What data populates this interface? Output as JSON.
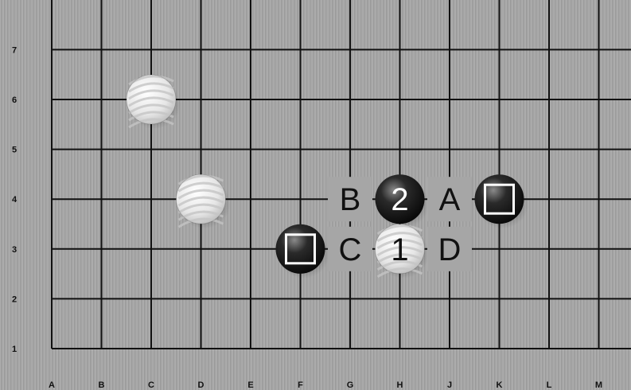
{
  "board": {
    "columns": [
      "A",
      "B",
      "C",
      "D",
      "E",
      "F",
      "G",
      "H",
      "J",
      "K",
      "L",
      "M"
    ],
    "rows": [
      "1",
      "2",
      "3",
      "4",
      "5",
      "6",
      "7"
    ],
    "stones": [
      {
        "color": "white",
        "col": "C",
        "row": "6"
      },
      {
        "color": "white",
        "col": "D",
        "row": "4"
      },
      {
        "color": "black",
        "col": "F",
        "row": "3",
        "marker": "square"
      },
      {
        "color": "black",
        "col": "H",
        "row": "4",
        "number": "2"
      },
      {
        "color": "white",
        "col": "H",
        "row": "3",
        "number": "1"
      },
      {
        "color": "black",
        "col": "K",
        "row": "4",
        "marker": "square"
      }
    ],
    "labels": [
      {
        "text": "B",
        "col": "G",
        "row": "4"
      },
      {
        "text": "A",
        "col": "J",
        "row": "4"
      },
      {
        "text": "C",
        "col": "G",
        "row": "3"
      },
      {
        "text": "D",
        "col": "J",
        "row": "3"
      }
    ],
    "colors": {
      "black_stone": "#111111",
      "white_stone": "#e8e8e8",
      "grid": "#111111"
    }
  }
}
